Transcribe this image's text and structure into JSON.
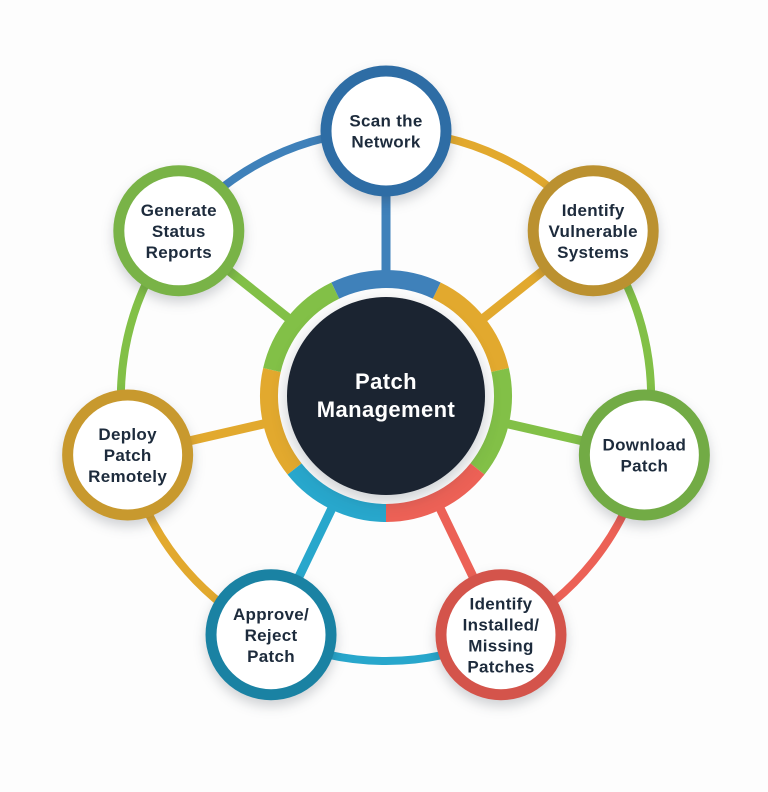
{
  "diagram": {
    "center": {
      "label_lines": [
        "Patch",
        "Management"
      ],
      "fill_color": "#1b2431",
      "text_color": "#ffffff"
    },
    "node_text_color": "#1d2b3c",
    "nodes": [
      {
        "id": "scan-the-network",
        "label_lines": [
          "Scan the",
          "Network"
        ],
        "border_color": "#2e6da5",
        "connector_color": "#3f81ba"
      },
      {
        "id": "identify-vulnerable-systems",
        "label_lines": [
          "Identify",
          "Vulnerable",
          "Systems"
        ],
        "border_color": "#bb9130",
        "connector_color": "#e2a92e"
      },
      {
        "id": "download-patch",
        "label_lines": [
          "Download",
          "Patch"
        ],
        "border_color": "#72ab45",
        "connector_color": "#82c047"
      },
      {
        "id": "identify-installed-missing-patches",
        "label_lines": [
          "Identify",
          "Installed/",
          "Missing",
          "Patches"
        ],
        "border_color": "#d4544b",
        "connector_color": "#ec6156"
      },
      {
        "id": "approve-reject-patch",
        "label_lines": [
          "Approve/",
          "Reject",
          "Patch"
        ],
        "border_color": "#1a82a3",
        "connector_color": "#28a7cc"
      },
      {
        "id": "deploy-patch-remotely",
        "label_lines": [
          "Deploy",
          "Patch",
          "Remotely"
        ],
        "border_color": "#c8992e",
        "connector_color": "#e2a92e"
      },
      {
        "id": "generate-status-reports",
        "label_lines": [
          "Generate",
          "Status",
          "Reports"
        ],
        "border_color": "#79b347",
        "connector_color": "#82c047"
      }
    ]
  }
}
